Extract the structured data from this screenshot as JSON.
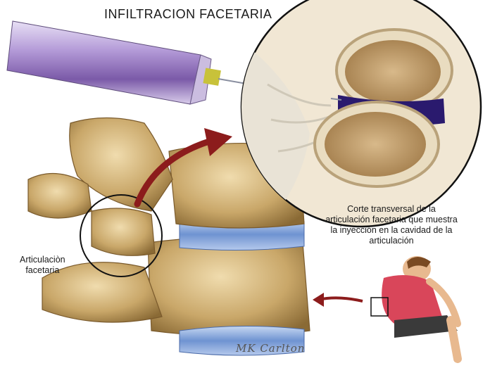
{
  "title": "INFILTRACION FACETARIA",
  "caption_lines": [
    "Corte transversal de la",
    "articulación facetaria que muestra",
    "la inyección en la cavidad de la",
    "articulación"
  ],
  "facet_label_lines": [
    "Articulaciòn",
    "facetaria"
  ],
  "signature": "MK Carlton",
  "colors": {
    "bone": "#c9a769",
    "bone_dark": "#8a6a35",
    "disc": "#7a9fd8",
    "syringe": "#9b7fc4",
    "arrow": "#8c1c1c",
    "cavity": "#2a1a6e"
  }
}
